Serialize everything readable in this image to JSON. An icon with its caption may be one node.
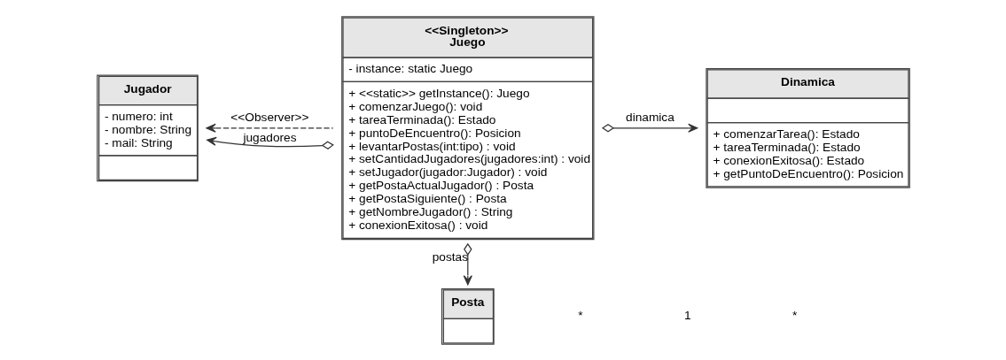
{
  "diagram": {
    "nodes": [
      {
        "text": [
          "<<Singleton>>",
          "Juego",
          "- instance: static Juego",
          "+ <<static>> getInstance(): Juego",
          "+ comenzarJuego(): void",
          "+ tareaTerminada(): Estado",
          "+ puntoDeEncuentro(): Posicion",
          "+ levantarPostas(int:tipo) : void",
          "+ setCantidadJugadores(jugadores:int) : void",
          "+ setJugador(jugador:Jugador) : void",
          "+ getPostaActualJugador() : Posta",
          "+ getPostaSiguiente() : Posta",
          "+ getNombreJugador() : String",
          "+ conexionExitosa() : void"
        ]
      },
      {
        "text": [
          "Jugador",
          "- numero: int",
          "- nombre: String",
          "- mail: String"
        ]
      },
      {
        "text": [
          "Dinamica",
          "+ comenzarTarea(): Estado",
          "+ tareaTerminada(): Estado",
          "+ conexionExitosa(): Estado",
          "+ getPuntoDeEncuentro(): Posicion"
        ]
      },
      {
        "text": [
          "Posta"
        ]
      }
    ],
    "edges": [
      {
        "from": 0,
        "to": 1,
        "arrow": "to",
        "style": "dashed",
        "label": "<<Observer>>"
      },
      {
        "from": 0,
        "to": 1,
        "arrow": "to",
        "label": "jugadores"
      },
      {
        "from": 0,
        "to": 2,
        "arrow": "to",
        "label": "dinamica"
      },
      {
        "from": 0,
        "to": 3,
        "arrow": "to",
        "label": "postas"
      }
    ],
    "labels": [
      "*",
      "1",
      "*"
    ]
  }
}
